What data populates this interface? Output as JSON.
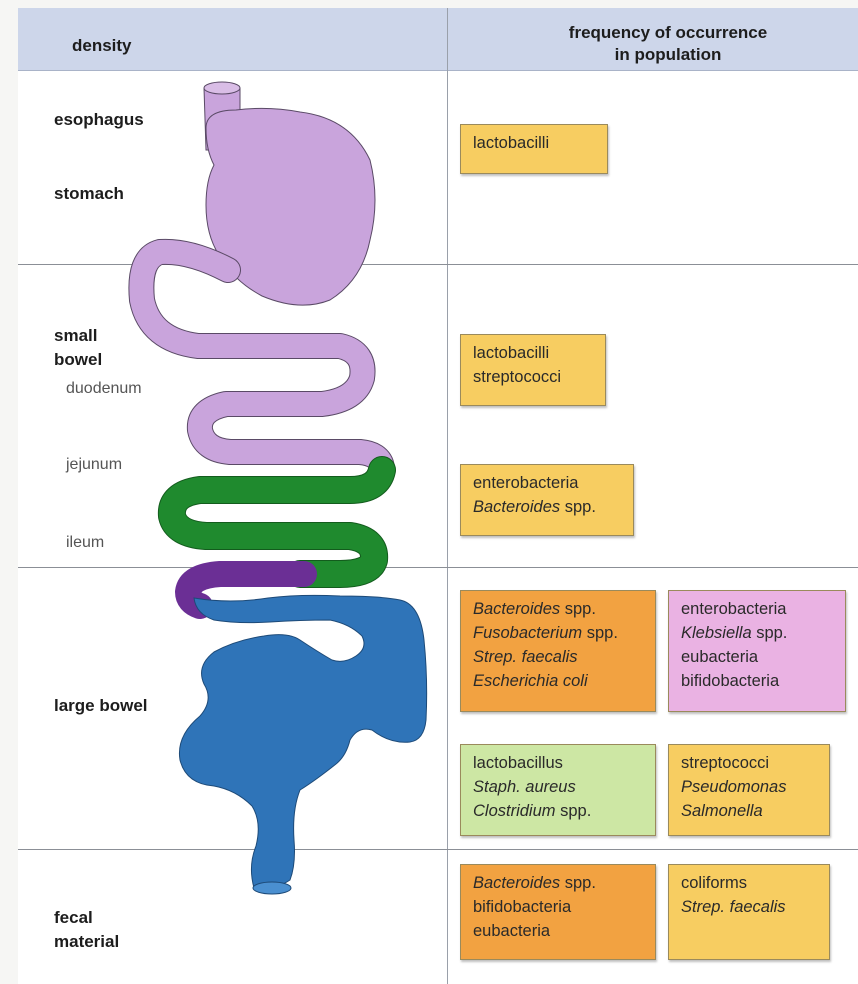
{
  "header": {
    "left_label": "density",
    "right_label_line1": "frequency of occurrence",
    "right_label_line2": "in population"
  },
  "regions": {
    "esophagus": "esophagus",
    "stomach": "stomach",
    "small_bowel_line1": "small",
    "small_bowel_line2": "bowel",
    "duodenum": "duodenum",
    "jejunum": "jejunum",
    "ileum": "ileum",
    "large_bowel": "large bowel",
    "fecal_line1": "fecal",
    "fecal_line2": "material"
  },
  "boxes": {
    "stomach": {
      "lines": [
        "lactobacilli"
      ],
      "color": "#f7cd61"
    },
    "duodenum": {
      "lines": [
        "lactobacilli",
        "streptococci"
      ],
      "color": "#f7cd61"
    },
    "ileum": {
      "l1": "enterobacteria",
      "l2_italic": "Bacteroides",
      "l2_rest": " spp.",
      "color": "#f7cd61"
    },
    "large_a": {
      "l1_italic": "Bacteroides",
      "l1_rest": " spp.",
      "l2_italic": "Fusobacterium",
      "l2_rest": " spp.",
      "l3_italic": "Strep. faecalis",
      "l4_italic": "Escherichia coli",
      "color": "#f2a241"
    },
    "large_b": {
      "l1": "enterobacteria",
      "l2_italic": "Klebsiella",
      "l2_rest": " spp.",
      "l3": "eubacteria",
      "l4": "bifidobacteria",
      "color": "#eab2e3"
    },
    "large_c": {
      "l1": "lactobacillus",
      "l2_italic": "Staph. aureus",
      "l3_italic": "Clostridium",
      "l3_rest": " spp.",
      "color": "#cde7a4"
    },
    "large_d": {
      "l1": "streptococci",
      "l2_italic": "Pseudomonas",
      "l3_italic": "Salmonella",
      "color": "#f7cd61"
    },
    "fecal_a": {
      "l1_italic": "Bacteroides",
      "l1_rest": " spp.",
      "l2": "bifidobacteria",
      "l3": "eubacteria",
      "color": "#f2a241"
    },
    "fecal_b": {
      "l1": "coliforms",
      "l2_italic": "Strep. faecalis",
      "color": "#f7cd61"
    }
  },
  "colors": {
    "stomach_small_bowel": "#c9a4dc",
    "jejunum_ileum": "#1f8a2e",
    "terminal_ileum": "#6b2f95",
    "large_bowel": "#2f74b8",
    "header_band": "#cdd6ea"
  }
}
